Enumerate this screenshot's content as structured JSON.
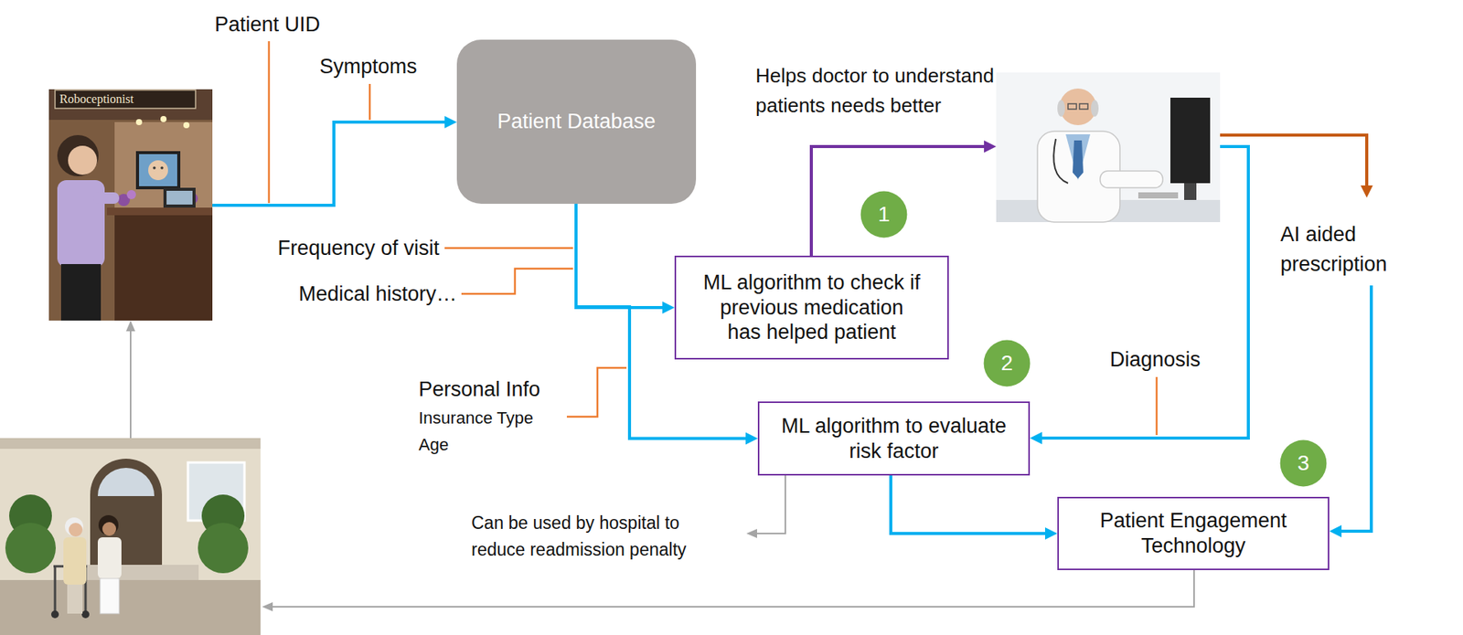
{
  "diagram": {
    "nodes": [
      {
        "text": [
          "Patient Database"
        ]
      },
      {
        "text": [
          "1"
        ]
      },
      {
        "text": [
          "ML algorithm to check if previous medication has helped patient"
        ]
      },
      {
        "text": [
          "2"
        ]
      },
      {
        "text": [
          "ML algorithm to evaluate risk factor"
        ]
      },
      {
        "text": [
          "3"
        ]
      },
      {
        "text": [
          "Patient Engagement Technology"
        ]
      }
    ],
    "edges": [
      {
        "from": 0,
        "to": 2,
        "arrow": "to"
      },
      {
        "from": 0,
        "to": 4,
        "arrow": "to"
      },
      {
        "from": 4,
        "to": 6,
        "arrow": "to"
      }
    ],
    "labels": [
      "Roboceptionist",
      "Patient UID",
      "Symptoms",
      "Helps doctor to understand patients needs better",
      "Frequency of visit",
      "Medical history…",
      "Personal Info",
      "Insurance Type",
      "Age",
      "AI aided prescription",
      "Diagnosis",
      "Can be used by hospital to reduce readmission penalty"
    ]
  }
}
